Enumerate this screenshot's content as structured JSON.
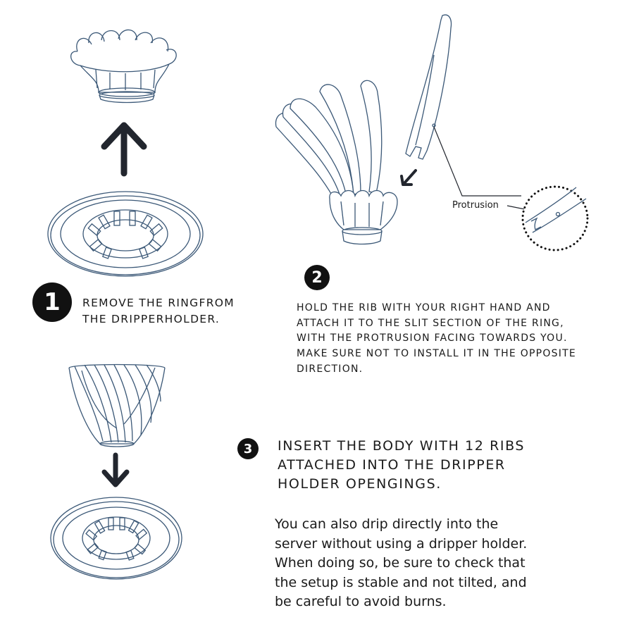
{
  "colors": {
    "outline": "#3b5877",
    "badge": "#111111",
    "text": "#1a1a1a"
  },
  "callout": {
    "label": "Protrusion"
  },
  "steps": [
    {
      "number": "1",
      "text_line1": "REMOVE THE RINGFROM",
      "text_line2": "THE DRIPPERHOLDER."
    },
    {
      "number": "2",
      "lines": [
        "HOLD THE RIB WITH YOUR RIGHT HAND AND",
        "ATTACH IT TO THE SLIT SECTION OF THE RING,",
        "WITH THE PROTRUSION FACING TOWARDS YOU.",
        "MAKE SURE NOT TO INSTALL IT IN THE OPPOSITE",
        "DIRECTION."
      ]
    },
    {
      "number": "3",
      "lines": [
        "INSERT THE BODY WITH 12 RIBS",
        "ATTACHED INTO THE DRIPPER",
        "HOLDER OPENGINGS."
      ]
    }
  ],
  "note": {
    "lines": [
      "You can also drip directly into the",
      "server without using a dripper holder.",
      "When doing so, be sure to check that",
      "the setup is stable and not tilted, and",
      "be careful to avoid burns."
    ]
  }
}
